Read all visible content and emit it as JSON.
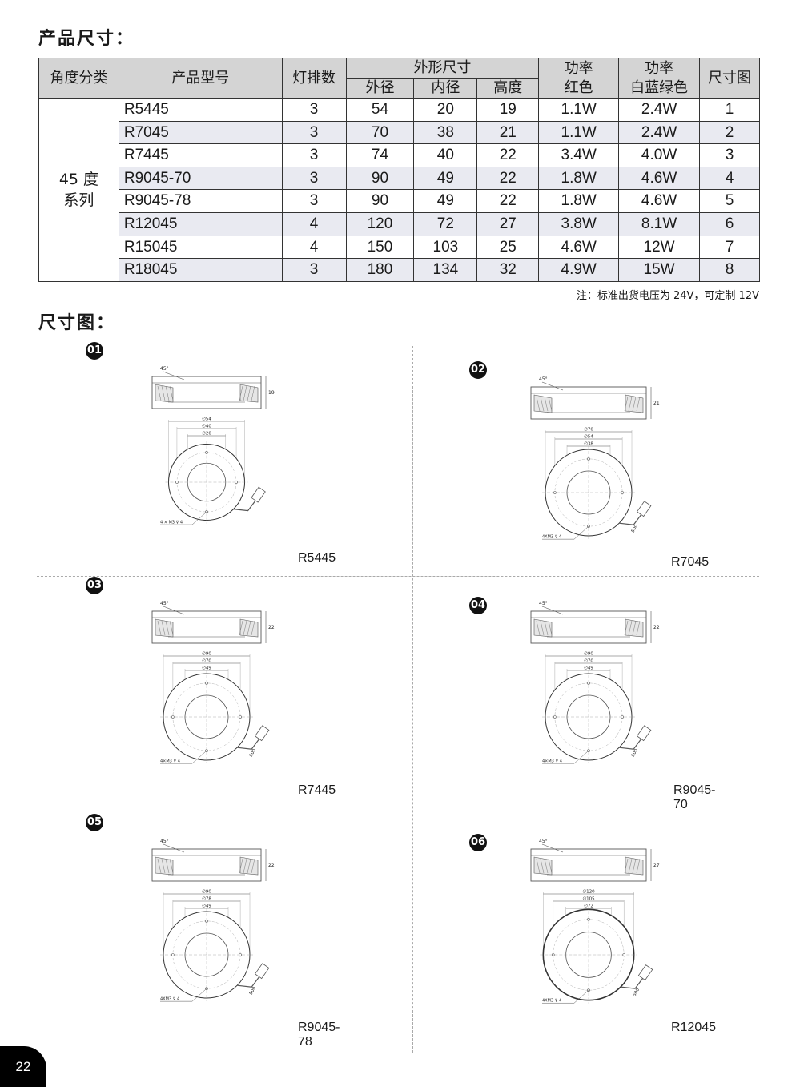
{
  "section_spec_title": "产品尺寸：",
  "section_dim_title": "尺寸图：",
  "table": {
    "h_category": "角度分类",
    "h_model": "产品型号",
    "h_rows": "灯排数",
    "h_dims": "外形尺寸",
    "h_od": "外径",
    "h_id": "内径",
    "h_height": "高度",
    "h_power_red": [
      "功率",
      "红色"
    ],
    "h_power_wbg": [
      "功率",
      "白蓝绿色"
    ],
    "h_drawing": "尺寸图",
    "series": [
      "45 度",
      "系列"
    ],
    "rows": [
      [
        "R5445",
        "3",
        "54",
        "20",
        "19",
        "1.1W",
        "2.4W",
        "1"
      ],
      [
        "R7045",
        "3",
        "70",
        "38",
        "21",
        "1.1W",
        "2.4W",
        "2"
      ],
      [
        "R7445",
        "3",
        "74",
        "40",
        "22",
        "3.4W",
        "4.0W",
        "3"
      ],
      [
        "R9045-70",
        "3",
        "90",
        "49",
        "22",
        "1.8W",
        "4.6W",
        "4"
      ],
      [
        "R9045-78",
        "3",
        "90",
        "49",
        "22",
        "1.8W",
        "4.6W",
        "5"
      ],
      [
        "R12045",
        "4",
        "120",
        "72",
        "27",
        "3.8W",
        "8.1W",
        "6"
      ],
      [
        "R15045",
        "4",
        "150",
        "103",
        "25",
        "4.6W",
        "12W",
        "7"
      ],
      [
        "R18045",
        "3",
        "180",
        "134",
        "32",
        "4.9W",
        "15W",
        "8"
      ]
    ]
  },
  "note": "注：标准出货电压为 24V，可定制 12V",
  "drawings": [
    {
      "num": "01",
      "model": "R5445",
      "angle": "45°",
      "height": "19",
      "diams": [
        "∅54",
        "∅40",
        "∅20"
      ],
      "screw": "4 × M3 ⊽ 4",
      "cable": ""
    },
    {
      "num": "02",
      "model": "R7045",
      "angle": "45°",
      "height": "21",
      "diams": [
        "∅70",
        "∅54",
        "∅38"
      ],
      "screw": "4XM3 ⊽ 4",
      "cable": "500"
    },
    {
      "num": "03",
      "model": "R7445",
      "angle": "45°",
      "height": "22",
      "diams": [
        "∅90",
        "∅70",
        "∅49"
      ],
      "screw": "4×M3 ⊽ 4",
      "cable": "500"
    },
    {
      "num": "04",
      "model": "R9045-70",
      "angle": "45°",
      "height": "22",
      "diams": [
        "∅90",
        "∅70",
        "∅49"
      ],
      "screw": "4×M3 ⊽ 4",
      "cable": "500"
    },
    {
      "num": "05",
      "model": "R9045-78",
      "angle": "45°",
      "height": "22",
      "diams": [
        "∅90",
        "∅78",
        "∅49"
      ],
      "screw": "4XM3 ⊽ 4",
      "cable": "500"
    },
    {
      "num": "06",
      "model": "R12045",
      "angle": "45°",
      "height": "27",
      "diams": [
        "∅120",
        "∅105",
        "∅72"
      ],
      "screw": "4XM3 ⊽ 4",
      "cable": "500"
    }
  ],
  "page_number": "22"
}
